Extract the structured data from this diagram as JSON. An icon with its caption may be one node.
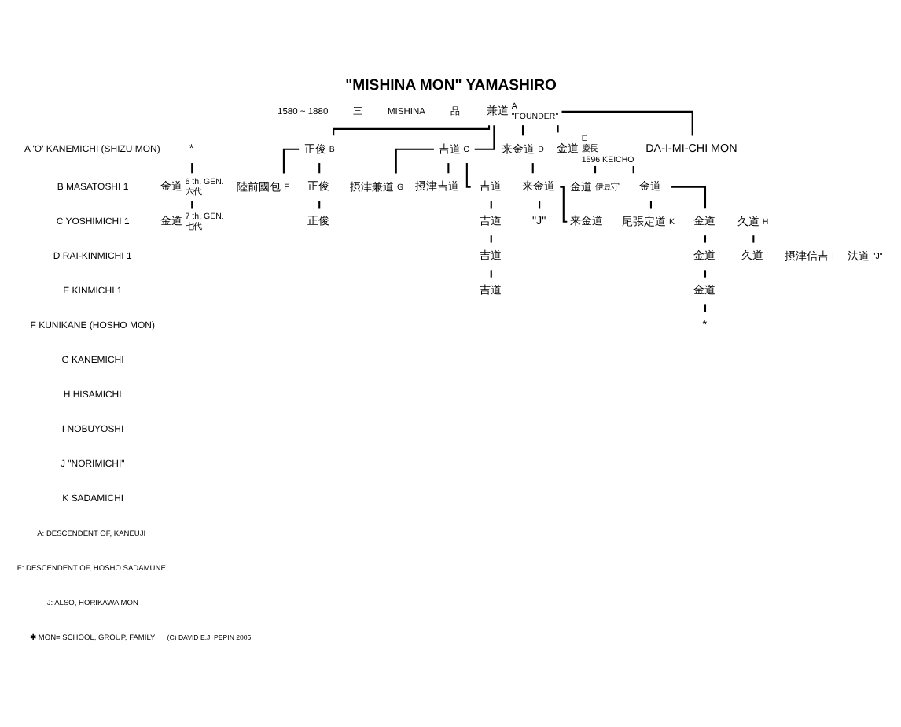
{
  "diagram": {
    "title": "\"MISHINA MON\" YAMASHIRO",
    "nodes": [
      {
        "text": [
          "兼道"
        ],
        "beside": [
          "A",
          "\"FOUNDER\""
        ]
      },
      {
        "text": [
          "正俊"
        ],
        "beside": [
          "B"
        ]
      },
      {
        "text": [
          "吉道"
        ],
        "beside": [
          "C"
        ]
      },
      {
        "text": [
          "来金道"
        ],
        "beside": [
          "D"
        ]
      },
      {
        "text": [
          "金道"
        ],
        "beside": [
          "E",
          "慶長",
          "1596 KEICHO"
        ]
      },
      {
        "text": [
          "DA-I-MI-CHI MON"
        ]
      },
      {
        "text": [
          "陸前國包"
        ],
        "beside": [
          "F"
        ]
      },
      {
        "text": [
          "正俊"
        ]
      },
      {
        "text": [
          "摂津兼道"
        ],
        "beside": [
          "G"
        ]
      },
      {
        "text": [
          "摂津吉道"
        ]
      },
      {
        "text": [
          "吉道"
        ]
      },
      {
        "text": [
          "来金道"
        ]
      },
      {
        "text": [
          "金道"
        ],
        "beside": [
          "伊豆守"
        ]
      },
      {
        "text": [
          "金道"
        ]
      },
      {
        "text": [
          "正俊"
        ]
      },
      {
        "text": [
          "久道"
        ],
        "beside": [
          "H"
        ]
      },
      {
        "text": [
          "吉道"
        ]
      },
      {
        "text": [
          "\"J\""
        ]
      },
      {
        "text": [
          "来金道"
        ]
      },
      {
        "text": [
          "尾張定道"
        ],
        "beside": [
          "K"
        ]
      },
      {
        "text": [
          "金道"
        ]
      },
      {
        "text": [
          "久道"
        ]
      },
      {
        "text": [
          "吉道"
        ]
      },
      {
        "text": [
          "摂津信吉"
        ],
        "beside": [
          "I"
        ]
      },
      {
        "text": [
          "法道"
        ],
        "beside": [
          "\"J\""
        ]
      },
      {
        "text": [
          "金道"
        ]
      },
      {
        "text": [
          "吉道"
        ]
      },
      {
        "text": [
          "金道"
        ]
      },
      {
        "text": [
          "*"
        ]
      },
      {
        "text": [
          "*"
        ]
      },
      {
        "text": [
          "金道"
        ],
        "beside": [
          "6 th. GEN.",
          "六代"
        ]
      },
      {
        "text": [
          "金道"
        ],
        "beside": [
          "7 th. GEN.",
          "七代"
        ]
      }
    ],
    "edges": [
      {
        "from": 0,
        "to": 1,
        "arrow": "none"
      },
      {
        "from": 0,
        "to": 2,
        "arrow": "none"
      },
      {
        "from": 0,
        "to": 3,
        "arrow": "none"
      },
      {
        "from": 0,
        "to": 4,
        "arrow": "none"
      },
      {
        "from": 0,
        "to": 5,
        "arrow": "none"
      },
      {
        "from": 1,
        "to": 6,
        "arrow": "none"
      },
      {
        "from": 1,
        "to": 7,
        "arrow": "none"
      },
      {
        "from": 2,
        "to": 8,
        "arrow": "none"
      },
      {
        "from": 2,
        "to": 9,
        "arrow": "none"
      },
      {
        "from": 2,
        "to": 10,
        "arrow": "none"
      },
      {
        "from": 3,
        "to": 11,
        "arrow": "none"
      },
      {
        "from": 4,
        "to": 12,
        "arrow": "none"
      },
      {
        "from": 4,
        "to": 13,
        "arrow": "none"
      },
      {
        "from": 7,
        "to": 14,
        "arrow": "none"
      },
      {
        "from": 10,
        "to": 16,
        "arrow": "none"
      },
      {
        "from": 11,
        "to": 17,
        "arrow": "none"
      },
      {
        "from": 11,
        "to": 18,
        "arrow": "none"
      },
      {
        "from": 13,
        "to": 19,
        "arrow": "none"
      },
      {
        "from": 13,
        "to": 20,
        "arrow": "none"
      },
      {
        "from": 15,
        "to": 21,
        "arrow": "none"
      },
      {
        "from": 16,
        "to": 22,
        "arrow": "none"
      },
      {
        "from": 20,
        "to": 25,
        "arrow": "none"
      },
      {
        "from": 22,
        "to": 26,
        "arrow": "none"
      },
      {
        "from": 25,
        "to": 27,
        "arrow": "none"
      },
      {
        "from": 27,
        "to": 28,
        "arrow": "none"
      },
      {
        "from": 29,
        "to": 30,
        "arrow": "none"
      },
      {
        "from": 30,
        "to": 31,
        "arrow": "none"
      }
    ],
    "labels": [
      "1580 ~ 1880",
      "三",
      "MISHINA",
      "品",
      "A 'O' KANEMICHI (SHIZU MON)",
      "B MASATOSHI 1",
      "C YOSHIMICHI 1",
      "D RAI-KINMICHI 1",
      "E KINMICHI 1",
      "F KUNIKANE (HOSHO MON)",
      "G KANEMICHI",
      "H HISAMICHI",
      "I NOBUYOSHI",
      "J \"NORIMICHI\"",
      "K SADAMICHI",
      "A: DESCENDENT OF, KANEUJI",
      "F: DESCENDENT OF, HOSHO SADAMUNE",
      "J: ALSO, HORIKAWA MON",
      "✱ MON= SCHOOL, GROUP, FAMILY",
      "(C) DAVID E.J. PEPIN 2005"
    ]
  }
}
